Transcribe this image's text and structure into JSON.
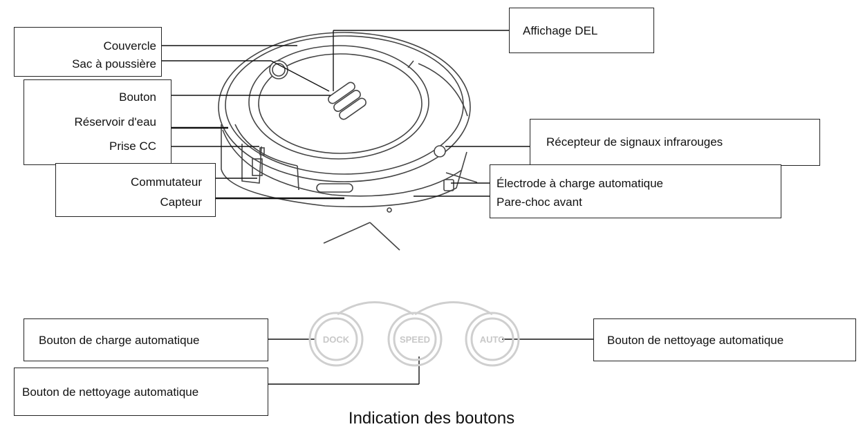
{
  "labels": {
    "couvercle": "Couvercle",
    "sac": "Sac à poussière",
    "bouton": "Bouton",
    "reservoir": "Réservoir d'eau",
    "prise": "Prise CC",
    "commutateur": "Commutateur",
    "capteur": "Capteur",
    "affichage": "Affichage DEL",
    "recepteur": "Récepteur de signaux infrarouges",
    "electrode": "Électrode à charge automatique",
    "parechoc": "Pare-choc avant"
  },
  "buttons": {
    "dock": "DOCK",
    "speed": "SPEED",
    "auto": "AUTO",
    "dock_desc": "Bouton de charge automatique",
    "speed_desc": "Bouton de nettoyage automatique",
    "auto_desc": "Bouton de nettoyage automatique"
  },
  "caption": "Indication des boutons"
}
